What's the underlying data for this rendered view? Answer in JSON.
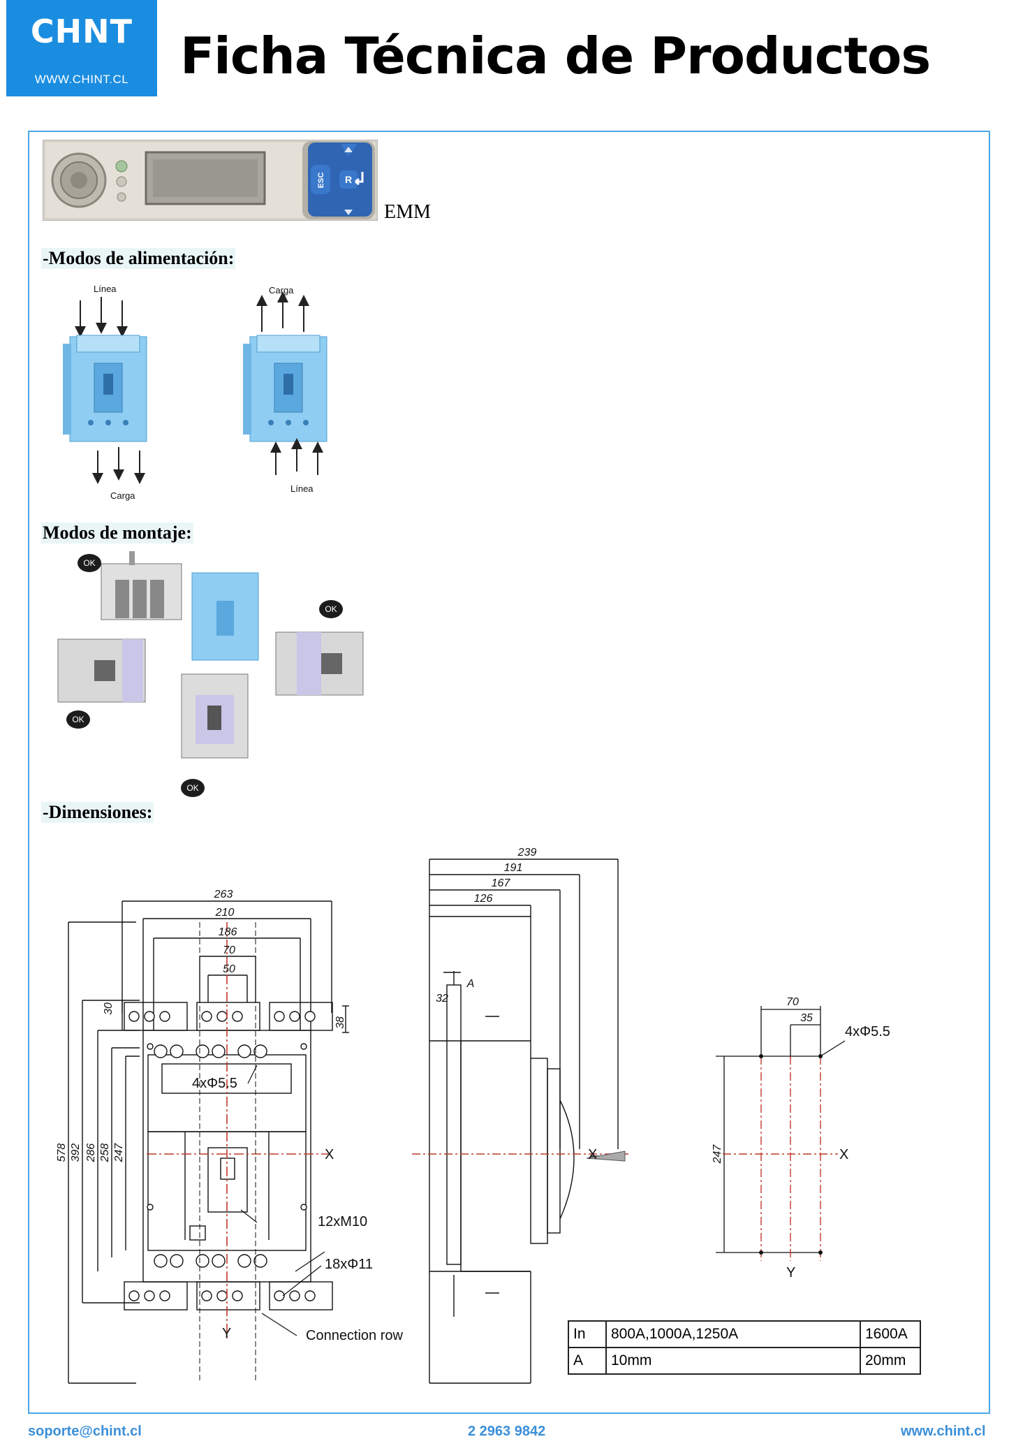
{
  "header": {
    "logo_brand": "CHNT",
    "logo_web": "WWW.CHINT.CL",
    "title": "Ficha Técnica de Productos"
  },
  "emm": {
    "label": "EMM",
    "keys": [
      "ESC",
      "R"
    ]
  },
  "sections": {
    "alimentacion": "-Modos de alimentación:",
    "montaje": "Modos de montaje:",
    "dimensiones": "-Dimensiones:"
  },
  "alimentacion": {
    "left_top": "Línea",
    "left_bottom": "Carga",
    "right_top": "Carga",
    "right_bottom": "Línea"
  },
  "montaje": {
    "badge": "OK"
  },
  "dims": {
    "front": {
      "top": [
        "263",
        "210",
        "186",
        "70",
        "50"
      ],
      "left": [
        "578",
        "392",
        "286",
        "258",
        "247"
      ],
      "t30": "30",
      "t38": "38",
      "holes": "4xΦ5.5",
      "screws": "12xM10",
      "bores": "18xΦ11",
      "connection": "Connection row",
      "axis_x": "X",
      "axis_y": "Y"
    },
    "side": {
      "top": [
        "239",
        "191",
        "167",
        "126"
      ],
      "t32": "32",
      "tA": "A",
      "axis_x": "X"
    },
    "mount": {
      "d70": "70",
      "d35": "35",
      "holes": "4xΦ5.5",
      "d247": "247",
      "axis_x": "X",
      "axis_y": "Y"
    }
  },
  "spec_table": {
    "rows": [
      [
        "In",
        "800A,1000A,1250A",
        "1600A"
      ],
      [
        "A",
        "10mm",
        "20mm"
      ]
    ]
  },
  "footer": {
    "email": "soporte@chint.cl",
    "phone": "2 2963 9842",
    "web": "www.chint.cl"
  }
}
